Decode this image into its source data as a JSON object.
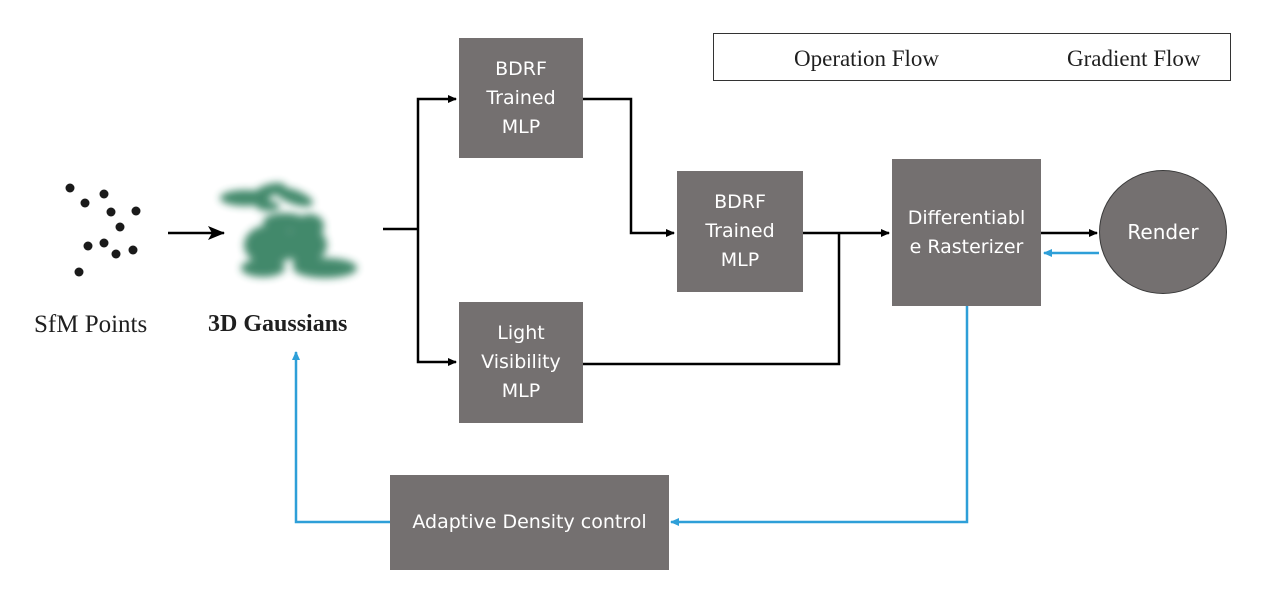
{
  "legend": {
    "operation_flow": "Operation Flow",
    "gradient_flow": "Gradient Flow"
  },
  "labels": {
    "sfm_points": "SfM Points",
    "gaussians": "3D Gaussians"
  },
  "boxes": {
    "brdf_mlp_top": [
      "BDRF",
      "Trained",
      "MLP"
    ],
    "brdf_mlp_mid": [
      "BDRF",
      "Trained",
      "MLP"
    ],
    "light_visibility": [
      "Light",
      "Visibility",
      "MLP"
    ],
    "rasterizer": [
      "Differentiabl",
      "e Rasterizer"
    ],
    "adaptive_density": "Adaptive Density control",
    "render": "Render"
  },
  "colors": {
    "box_fill": "#747070",
    "operation_arrow": "#000000",
    "gradient_arrow": "#2e9fd8",
    "gaussian_green": "#2e7d5b"
  }
}
